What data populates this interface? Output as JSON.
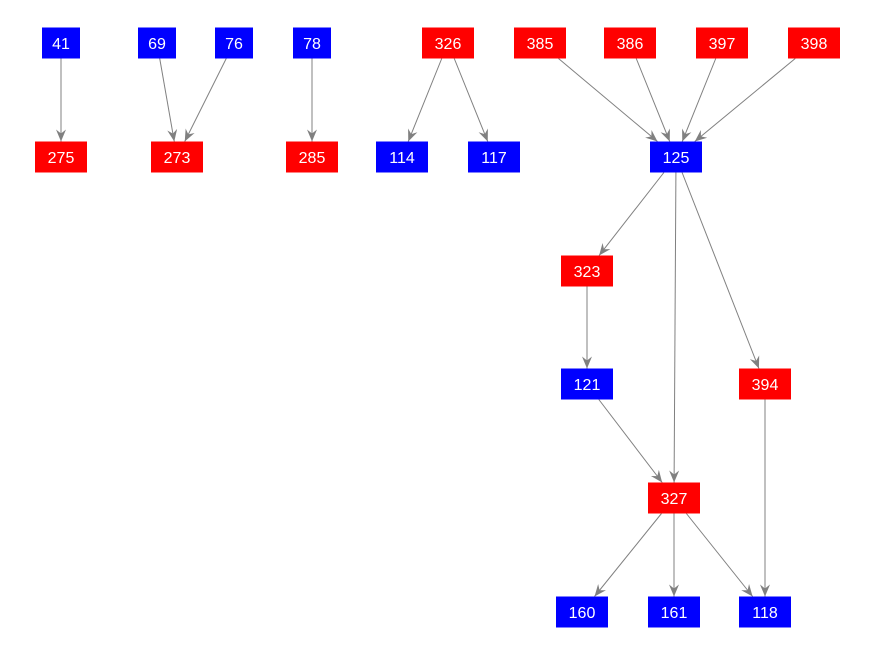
{
  "colors": {
    "red": "#ff0000",
    "blue": "#0000ff",
    "edge": "#808080",
    "label": "#ffffff"
  },
  "nodes": [
    {
      "id": "41",
      "label": "41",
      "color": "blue"
    },
    {
      "id": "69",
      "label": "69",
      "color": "blue"
    },
    {
      "id": "76",
      "label": "76",
      "color": "blue"
    },
    {
      "id": "78",
      "label": "78",
      "color": "blue"
    },
    {
      "id": "326",
      "label": "326",
      "color": "red"
    },
    {
      "id": "385",
      "label": "385",
      "color": "red"
    },
    {
      "id": "386",
      "label": "386",
      "color": "red"
    },
    {
      "id": "397",
      "label": "397",
      "color": "red"
    },
    {
      "id": "398",
      "label": "398",
      "color": "red"
    },
    {
      "id": "275",
      "label": "275",
      "color": "red"
    },
    {
      "id": "273",
      "label": "273",
      "color": "red"
    },
    {
      "id": "285",
      "label": "285",
      "color": "red"
    },
    {
      "id": "114",
      "label": "114",
      "color": "blue"
    },
    {
      "id": "117",
      "label": "117",
      "color": "blue"
    },
    {
      "id": "125",
      "label": "125",
      "color": "blue"
    },
    {
      "id": "323",
      "label": "323",
      "color": "red"
    },
    {
      "id": "121",
      "label": "121",
      "color": "blue"
    },
    {
      "id": "394",
      "label": "394",
      "color": "red"
    },
    {
      "id": "327",
      "label": "327",
      "color": "red"
    },
    {
      "id": "160",
      "label": "160",
      "color": "blue"
    },
    {
      "id": "161",
      "label": "161",
      "color": "blue"
    },
    {
      "id": "118",
      "label": "118",
      "color": "blue"
    }
  ],
  "edges": [
    [
      "41",
      "275"
    ],
    [
      "69",
      "273"
    ],
    [
      "76",
      "273"
    ],
    [
      "78",
      "285"
    ],
    [
      "326",
      "114"
    ],
    [
      "326",
      "117"
    ],
    [
      "385",
      "125"
    ],
    [
      "386",
      "125"
    ],
    [
      "397",
      "125"
    ],
    [
      "398",
      "125"
    ],
    [
      "125",
      "323"
    ],
    [
      "125",
      "327"
    ],
    [
      "125",
      "394"
    ],
    [
      "323",
      "121"
    ],
    [
      "121",
      "327"
    ],
    [
      "327",
      "160"
    ],
    [
      "327",
      "161"
    ],
    [
      "327",
      "118"
    ],
    [
      "394",
      "118"
    ]
  ]
}
